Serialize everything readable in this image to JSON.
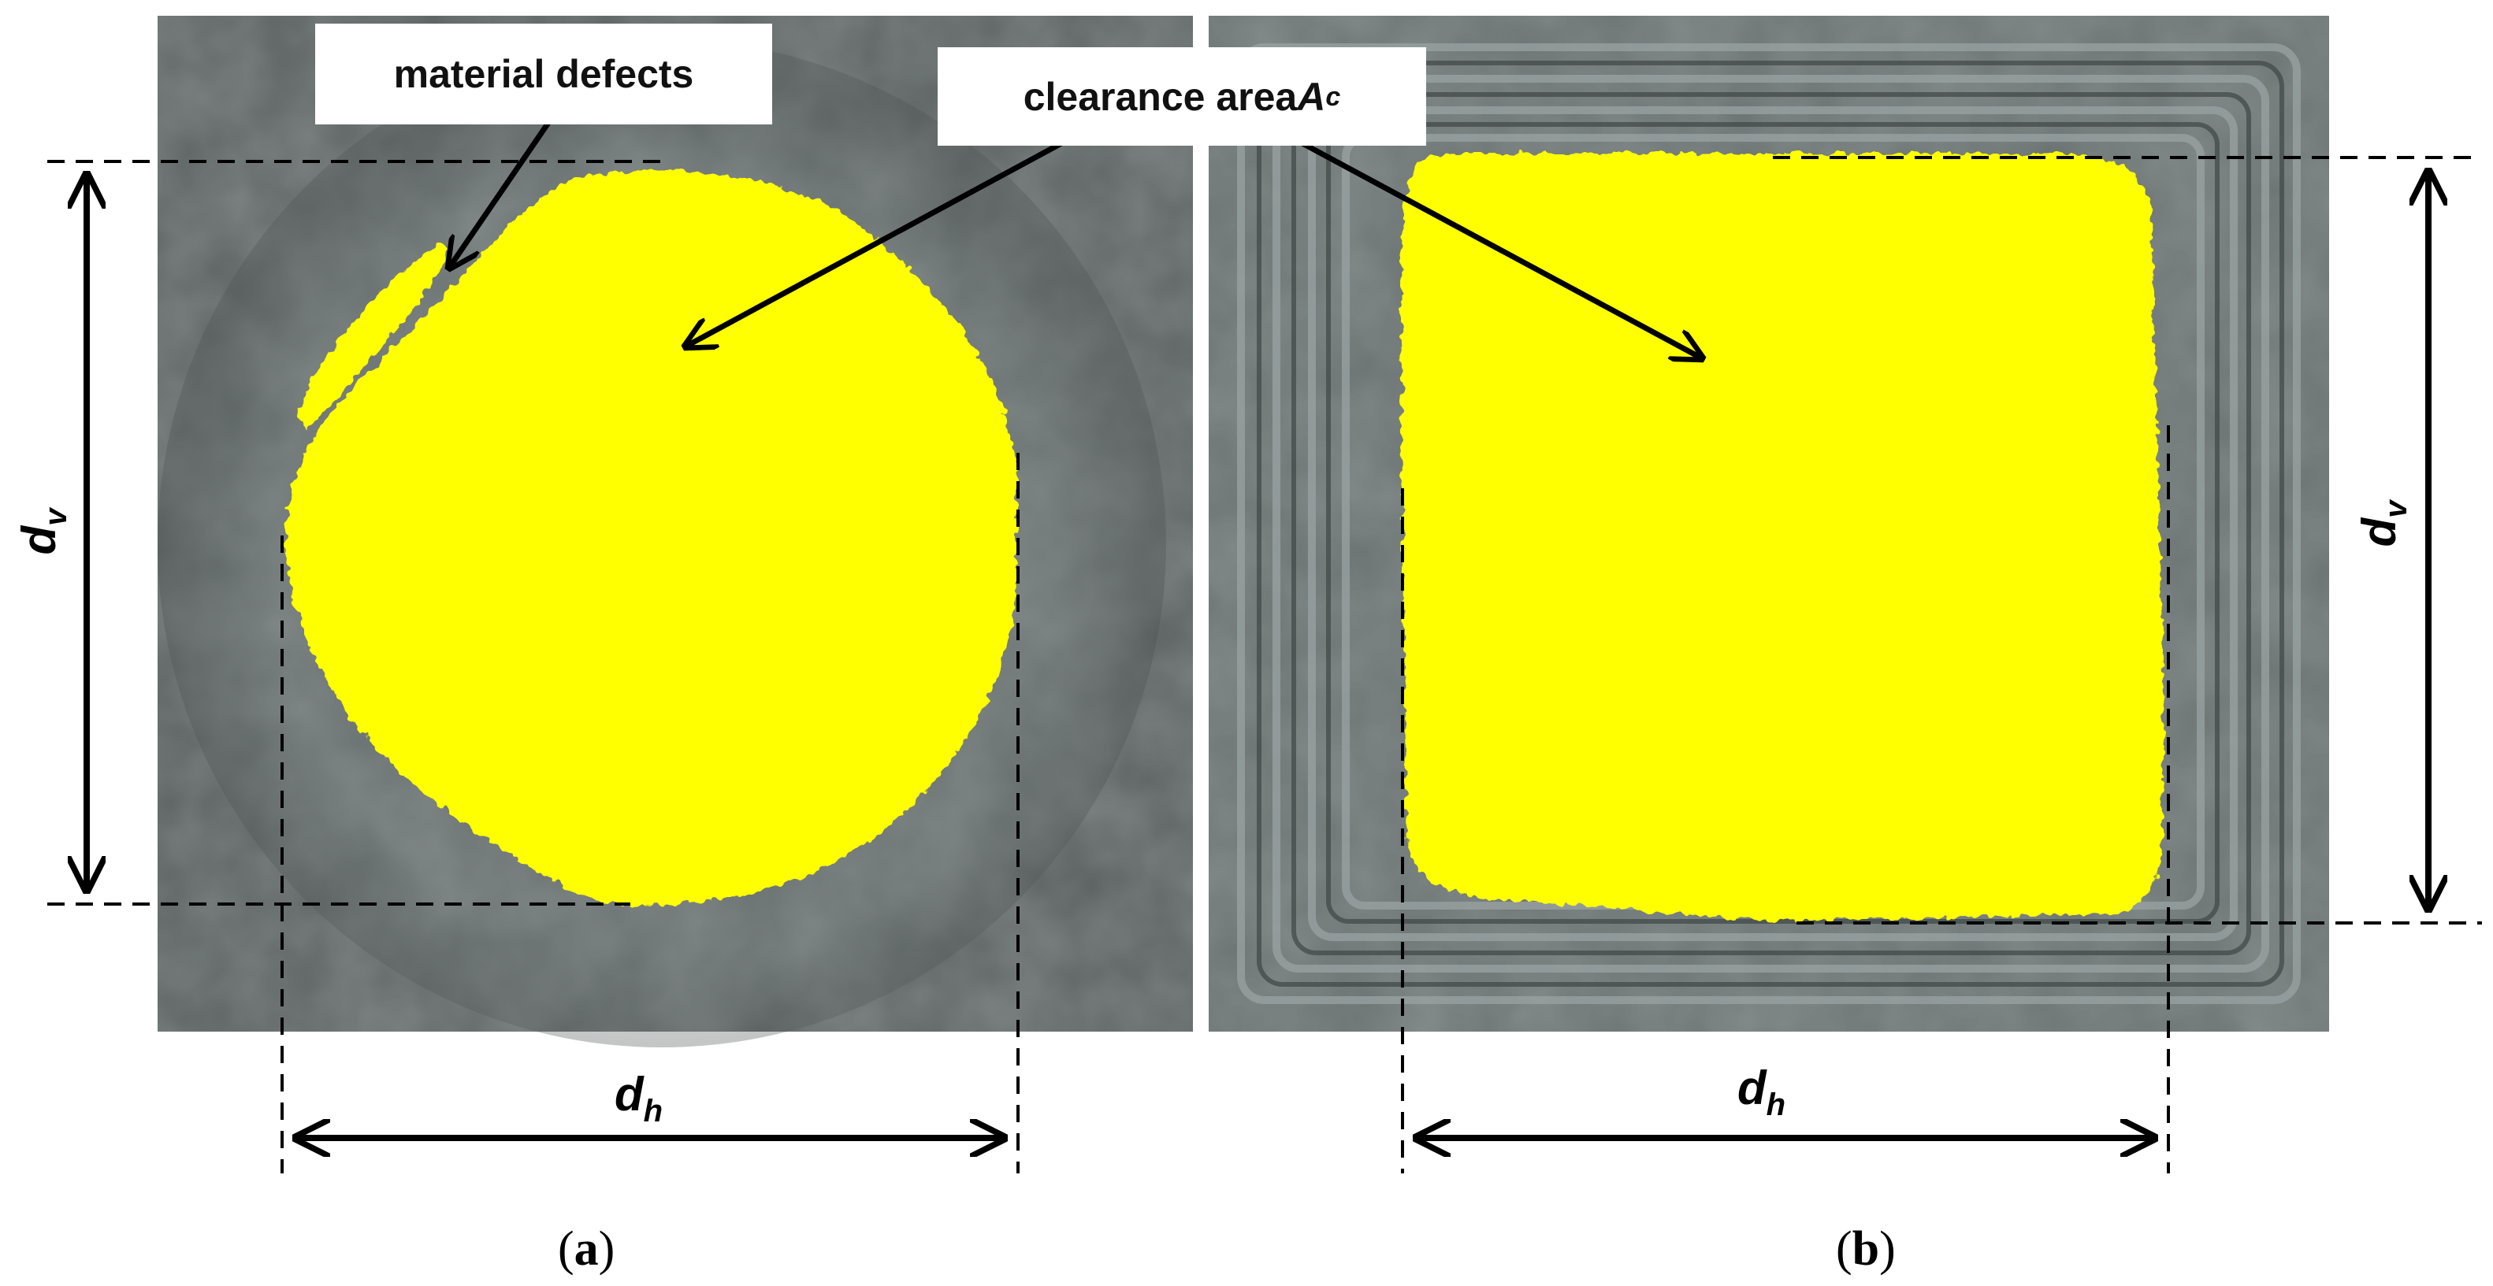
{
  "panels": [
    {
      "id": "a",
      "caption_open": "(",
      "caption_letter": "a",
      "caption_close": ")",
      "shape": "circle"
    },
    {
      "id": "b",
      "caption_open": "(",
      "caption_letter": "b",
      "caption_close": ")",
      "shape": "square"
    }
  ],
  "callouts": {
    "defects": "material defects",
    "clearance_prefix": "clearance area ",
    "clearance_symbol": "A",
    "clearance_sub": "c"
  },
  "dimensions": {
    "d_symbol": "d",
    "vertical_sub": "v",
    "horizontal_sub": "h"
  },
  "colors": {
    "clearance_fill": "#ffff00",
    "background_material": "#5d6363",
    "dimension_lines": "#000000"
  }
}
